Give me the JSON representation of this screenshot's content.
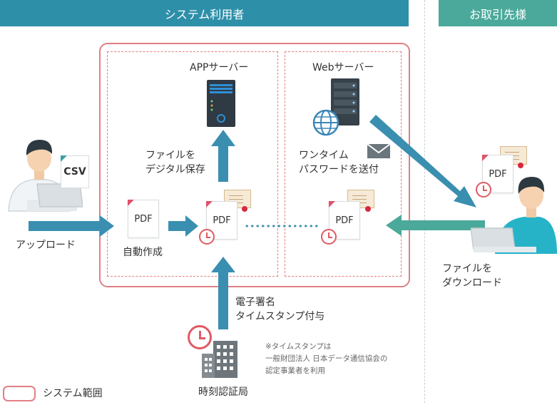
{
  "headers": {
    "system_users": "システム利用者",
    "clients": "お取引先様"
  },
  "servers": {
    "app": "APPサーバー",
    "web": "Webサーバー"
  },
  "actions": {
    "upload": "アップロード",
    "auto_create": "自動作成",
    "digital_save": [
      "ファイルを",
      "デジタル保存"
    ],
    "otp_send": [
      "ワンタイム",
      "パスワードを送付"
    ],
    "download": [
      "ファイルを",
      "ダウンロード"
    ],
    "timestamp": [
      "電子署名",
      "タイムスタンプ付与"
    ]
  },
  "docs": {
    "csv": "CSV",
    "pdf": "PDF"
  },
  "note": [
    "※タイムスタンプは",
    "一般財団法人 日本データ通信協会の",
    "認定事業者を利用"
  ],
  "authority": "時刻認証局",
  "legend": "システム範囲",
  "colors": {
    "header_system": "#2e8fa9",
    "header_client": "#4aa99a",
    "arrow_blue": "#3a8fb0",
    "arrow_green": "#4aa99a",
    "scope": "#e07f84"
  }
}
